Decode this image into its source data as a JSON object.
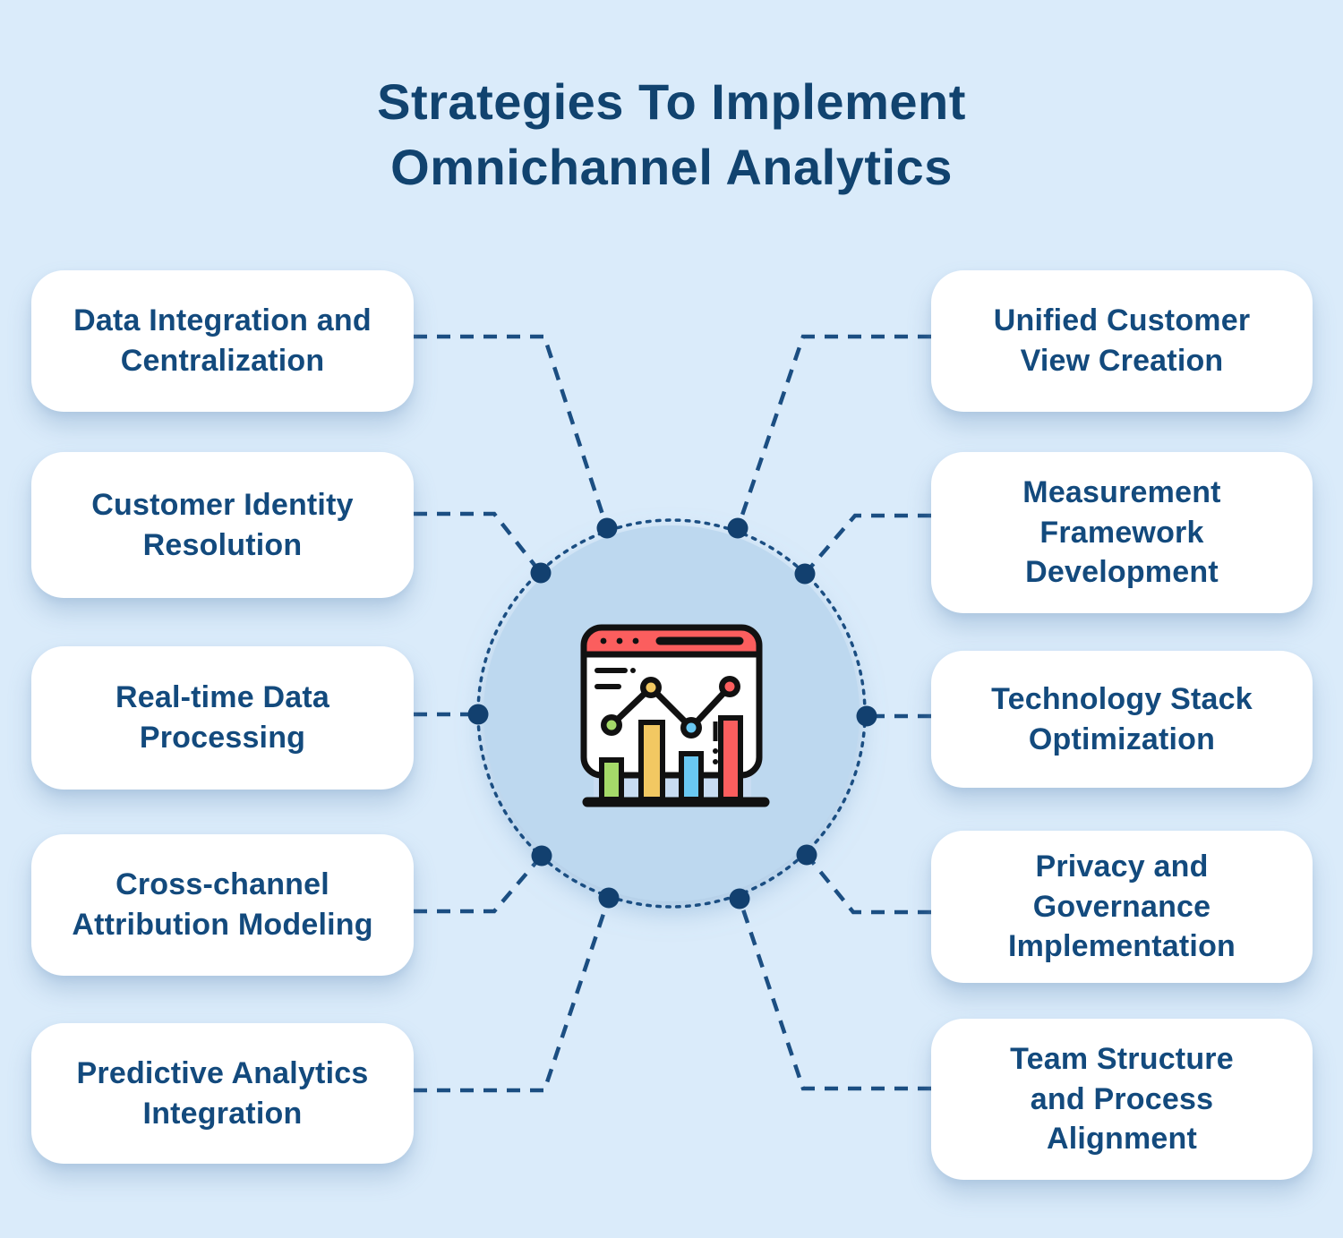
{
  "title": {
    "text": "Strategies To Implement\nOmnichannel Analytics"
  },
  "strategies": {
    "left": [
      "Data Integration and\nCentralization",
      "Customer Identity\nResolution",
      "Real-time Data\nProcessing",
      "Cross-channel\nAttribution Modeling",
      "Predictive Analytics\nIntegration"
    ],
    "right": [
      "Unified Customer\nView Creation",
      "Measurement\nFramework\nDevelopment",
      "Technology Stack\nOptimization",
      "Privacy and\nGovernance\nImplementation",
      "Team Structure\nand Process\nAlignment"
    ]
  },
  "center": {
    "icon": "analytics-dashboard-icon"
  },
  "colors": {
    "background": "#daebfa",
    "card_fill": "#ffffff",
    "text_navy": "#134a7d",
    "connector_navy": "#1b4e82",
    "connector_dot": "#12406f",
    "circle_fill": "#bdd8ef",
    "icon_red": "#fb5e5e",
    "icon_yellow": "#f2c862",
    "icon_green": "#a5da69",
    "icon_blue": "#6ac8f2",
    "icon_outline": "#111111"
  }
}
